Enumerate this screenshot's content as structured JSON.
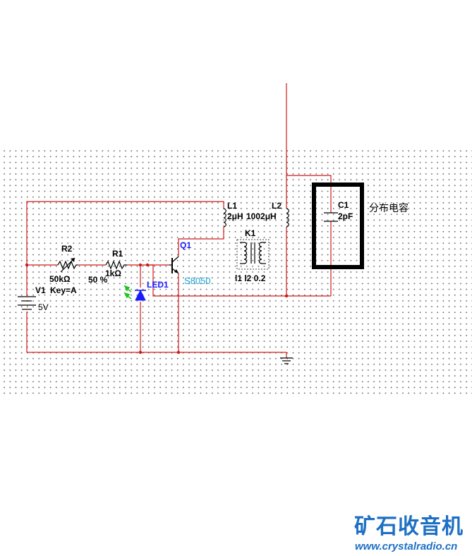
{
  "components": {
    "r2": {
      "ref": "R2",
      "value": "50kΩ",
      "percent": "50 %"
    },
    "r1": {
      "ref": "R1",
      "value": "1kΩ"
    },
    "v1": {
      "ref": "V1",
      "key": "Key=A",
      "value": "5V"
    },
    "led1": {
      "ref": "LED1"
    },
    "q1": {
      "ref": "Q1",
      "model": "S8050"
    },
    "l1": {
      "ref": "L1",
      "value": "2μH"
    },
    "l2": {
      "ref": "L2",
      "value": "1002μH"
    },
    "k1": {
      "ref": "K1",
      "ratio": "l1 l2 0.2"
    },
    "c1": {
      "ref": "C1",
      "value": "2pF"
    }
  },
  "annotation": {
    "text": "分布电容"
  },
  "watermark": {
    "title": "矿石收音机",
    "url": "www.crystalradio.cn"
  },
  "colors": {
    "wire": "#d11a1a",
    "transistor_label": "#1a1aff",
    "model_label": "#1ba3d6",
    "watermark": "#1e6fc4",
    "led_arrows": "#22c422"
  }
}
